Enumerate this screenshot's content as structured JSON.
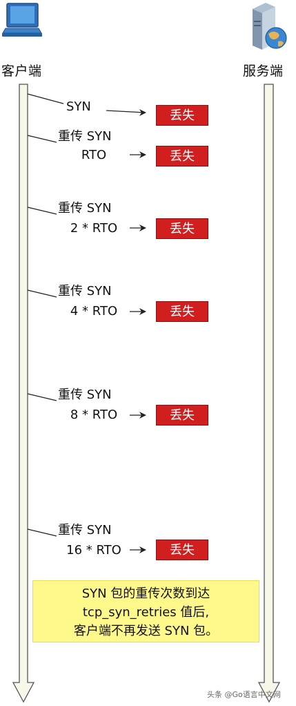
{
  "actors": {
    "client": {
      "label": "客户端",
      "icon": "laptop-icon"
    },
    "server": {
      "label": "服务端",
      "icon": "server-icon"
    }
  },
  "messages": [
    {
      "line1": "SYN",
      "line2": "",
      "status": "丢失"
    },
    {
      "line1": "重传 SYN",
      "line2": "RTO",
      "status": "丢失"
    },
    {
      "line1": "重传 SYN",
      "line2": "2 * RTO",
      "status": "丢失"
    },
    {
      "line1": "重传 SYN",
      "line2": "4 * RTO",
      "status": "丢失"
    },
    {
      "line1": "重传 SYN",
      "line2": "8 * RTO",
      "status": "丢失"
    },
    {
      "line1": "重传 SYN",
      "line2": "16 * RTO",
      "status": "丢失"
    }
  ],
  "note": {
    "lines": [
      "SYN 包的重传次数到达",
      "tcp_syn_retries 值后,",
      "客户端不再发送 SYN 包。"
    ]
  },
  "colors": {
    "lost": "#d11e1e",
    "note_bg": "#fff98c",
    "lifeline": "#f7f7ea"
  },
  "watermark": "头条 @Go语言中文网"
}
